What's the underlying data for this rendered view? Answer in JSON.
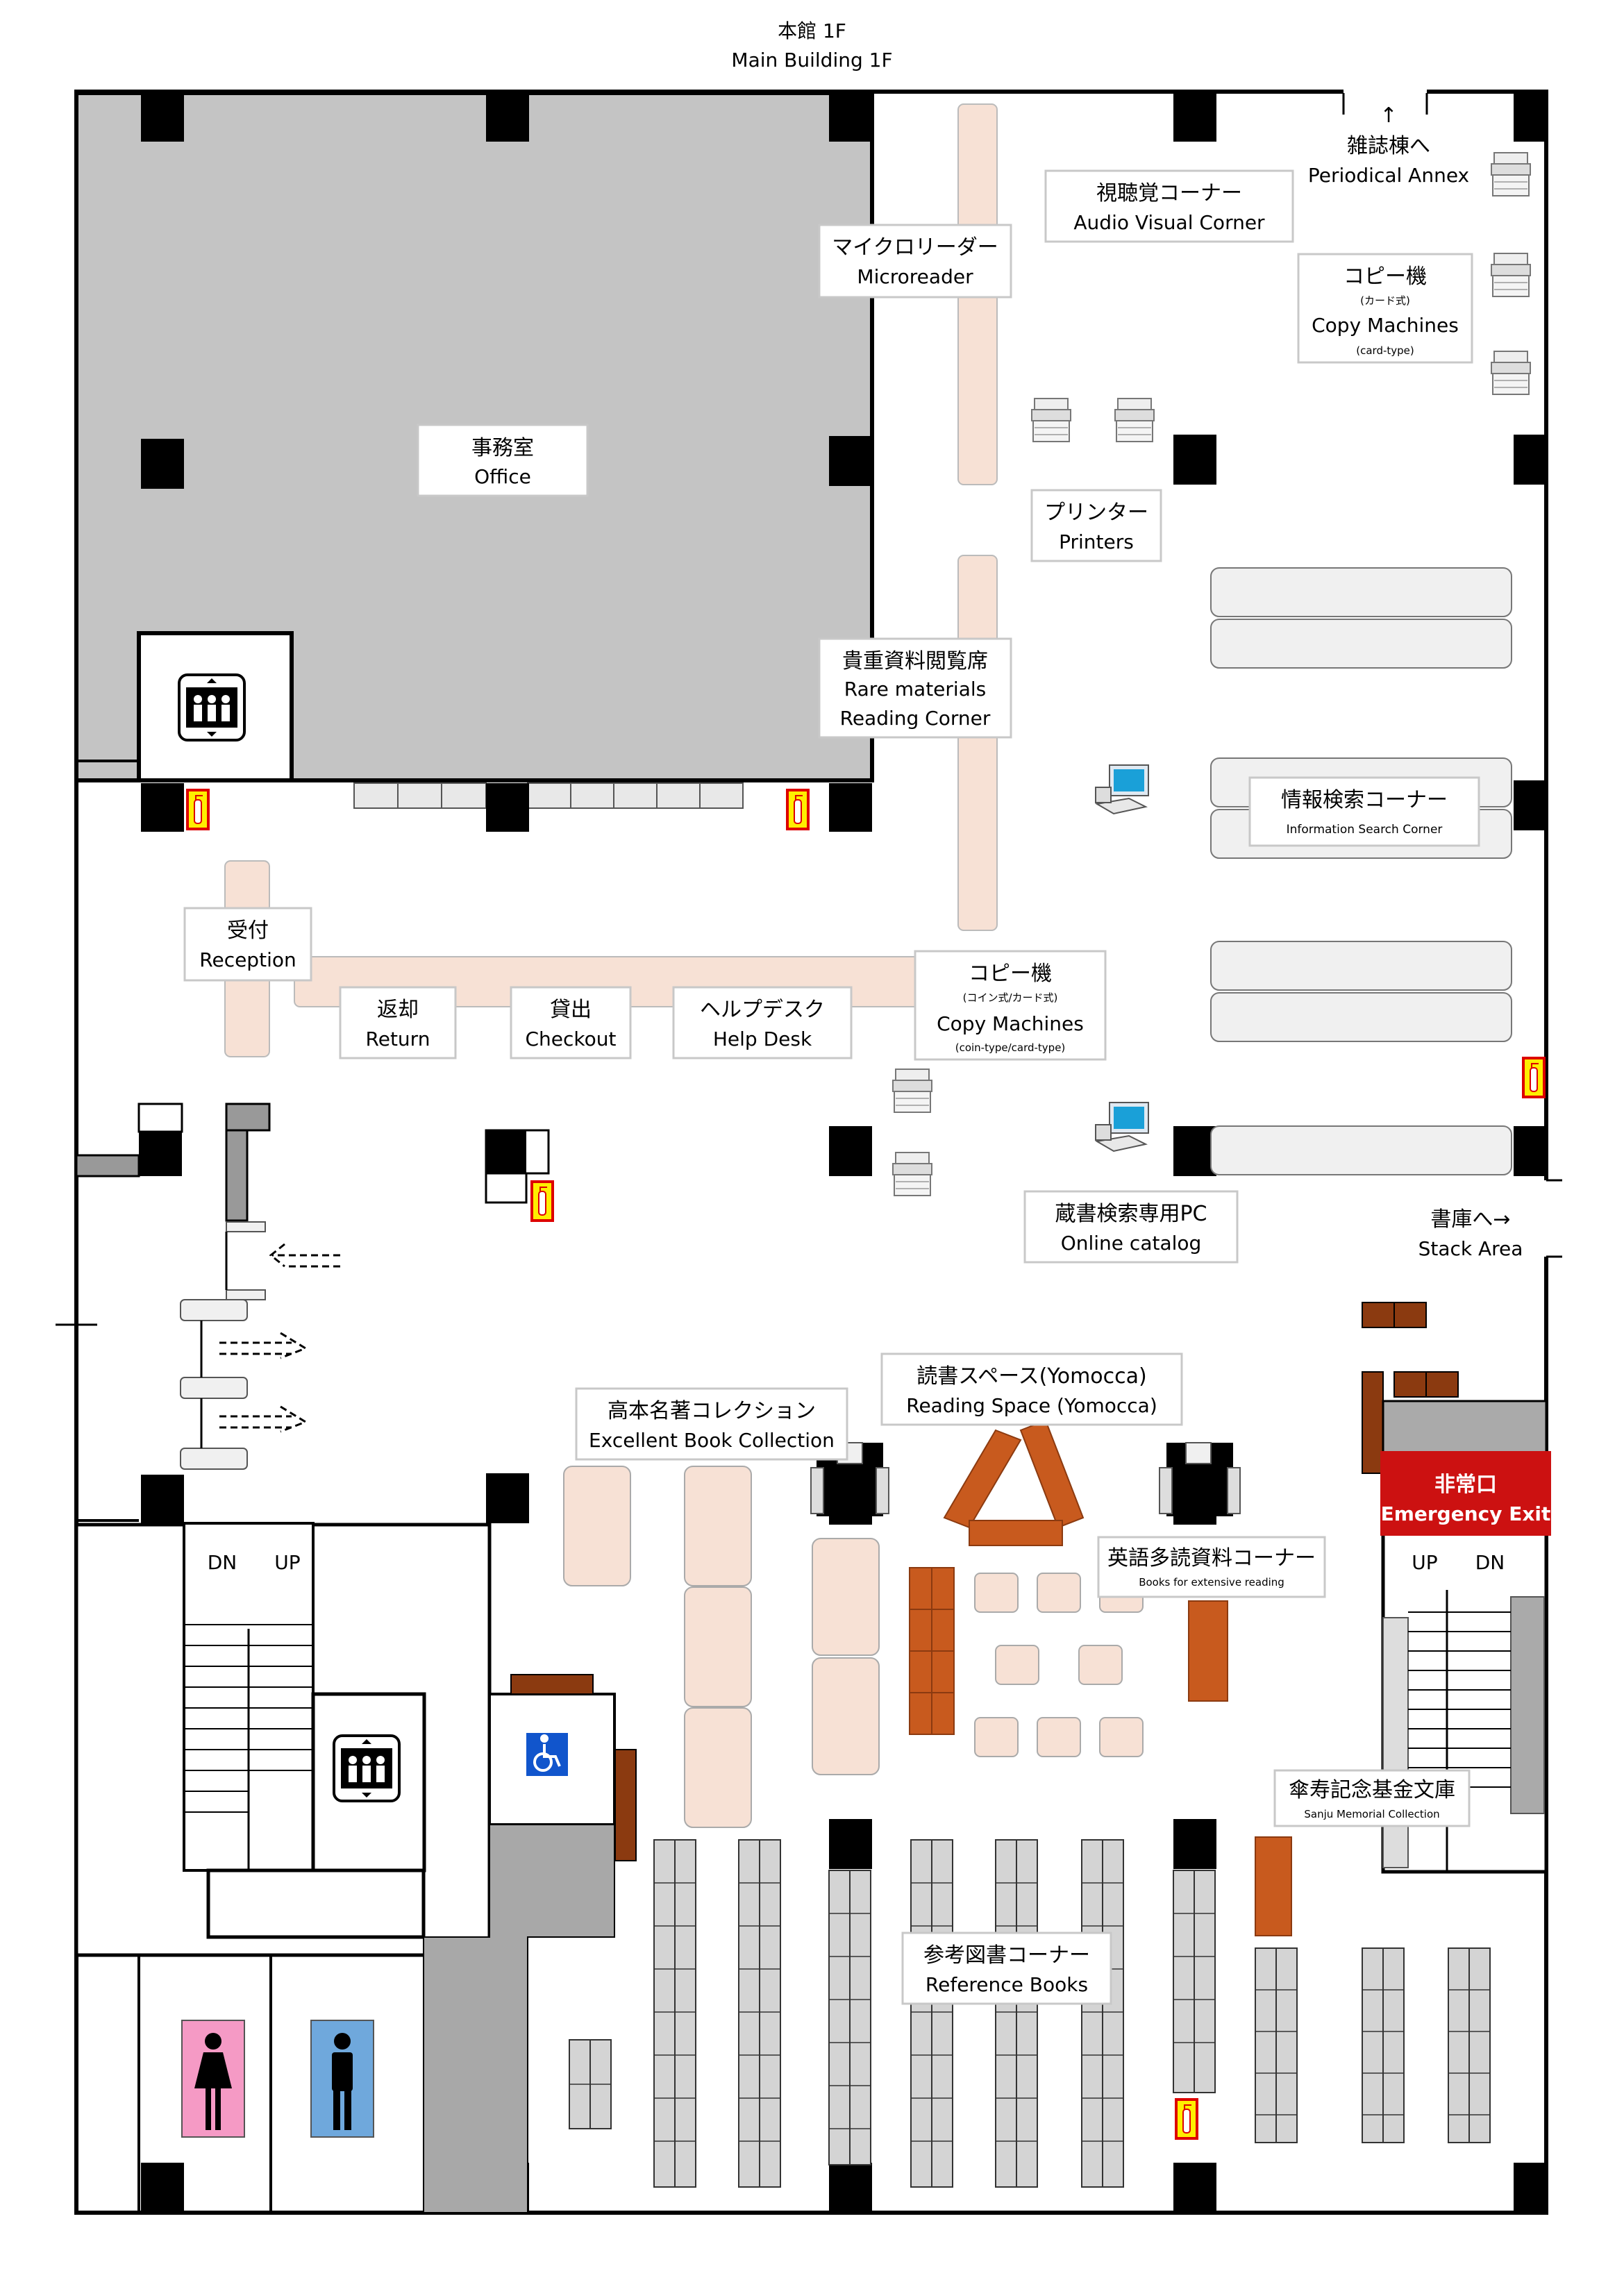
{
  "title": {
    "ja": "本館 1F",
    "en": "Main Building 1F"
  },
  "colors": {
    "office_gray": "#c4c4c4",
    "counter_peach": "#f7e1d5",
    "shelf_gray": "#d4d4d4",
    "wood_brown": "#c85a1e",
    "dark_wood": "#8b3a10",
    "exit_red": "#cc1111",
    "women_pink": "#f59ac5",
    "men_blue": "#6fa8dc",
    "accessible_blue": "#1155cc",
    "extinguisher_yellow": "#ffee00"
  },
  "labels": {
    "office": {
      "ja": "事務室",
      "en": "Office"
    },
    "microreader": {
      "ja": "マイクロリーダー",
      "en": "Microreader"
    },
    "audio_visual": {
      "ja": "視聴覚コーナー",
      "en": "Audio Visual Corner"
    },
    "periodical": {
      "arrow": "↑",
      "ja": "雑誌棟へ",
      "en": "Periodical Annex"
    },
    "copy_card": {
      "ja": "コピー機",
      "sub_ja": "(カード式)",
      "en": "Copy Machines",
      "sub_en": "(card-type)"
    },
    "printers": {
      "ja": "プリンター",
      "en": "Printers"
    },
    "rare": {
      "ja": "貴重資料閲覧席",
      "en1": "Rare materials",
      "en2": "Reading Corner"
    },
    "info_search": {
      "ja": "情報検索コーナー",
      "en": "Information Search Corner"
    },
    "reception": {
      "ja": "受付",
      "en": "Reception"
    },
    "return": {
      "ja": "返却",
      "en": "Return"
    },
    "checkout": {
      "ja": "貸出",
      "en": "Checkout"
    },
    "helpdesk": {
      "ja": "ヘルプデスク",
      "en": "Help Desk"
    },
    "copy_coin": {
      "ja": "コピー機",
      "sub_ja": "(コイン式/カード式)",
      "en": "Copy Machines",
      "sub_en": "(coin-type/card-type)"
    },
    "online_catalog": {
      "ja": "蔵書検索専用PC",
      "en": "Online catalog"
    },
    "stack": {
      "ja": "書庫へ→",
      "en": "Stack Area"
    },
    "yomocca": {
      "ja": "読書スペース(Yomocca)",
      "en": "Reading Space (Yomocca)"
    },
    "excellent": {
      "ja": "高本名著コレクション",
      "en": "Excellent Book Collection"
    },
    "emergency": {
      "ja": "非常口",
      "en": "Emergency Exit"
    },
    "extensive": {
      "ja": "英語多読資料コーナー",
      "en": "Books for extensive reading"
    },
    "sanju": {
      "ja": "傘寿記念基金文庫",
      "en": "Sanju Memorial Collection"
    },
    "reference": {
      "ja": "参考図書コーナー",
      "en": "Reference Books"
    },
    "stairs_left": {
      "dn": "DN",
      "up": "UP"
    },
    "stairs_right": {
      "up": "UP",
      "dn": "DN"
    }
  },
  "icons": [
    "elevator-icon",
    "fire-extinguisher-icon",
    "printer-icon",
    "computer-icon",
    "accessible-toilet-icon",
    "women-toilet-icon",
    "men-toilet-icon",
    "direction-arrow-icon"
  ]
}
